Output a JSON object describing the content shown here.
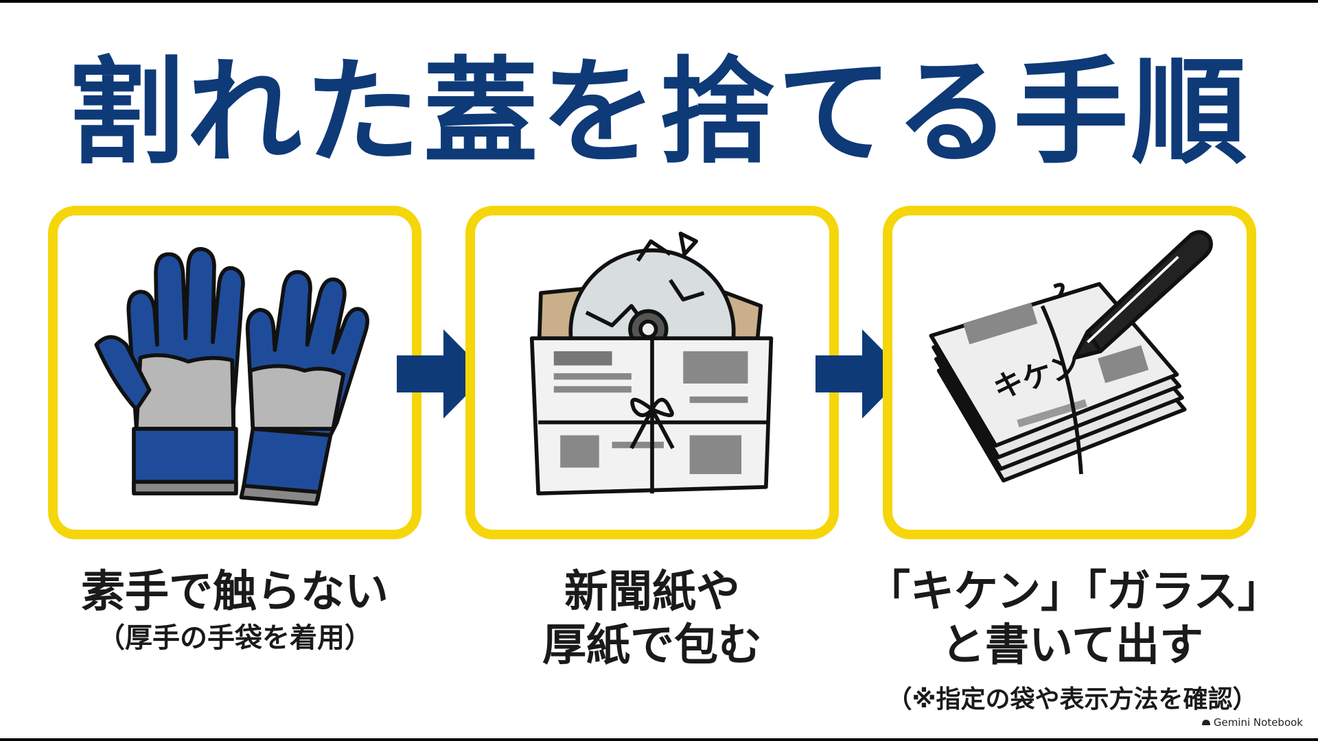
{
  "title": "割れた蓋を捨てる手順",
  "steps": [
    {
      "main_lines": [
        "素手で触らない"
      ],
      "sub": "（厚手の手袋を着用）",
      "icon": "gloves-icon"
    },
    {
      "main_lines": [
        "新聞紙や",
        "厚紙で包む"
      ],
      "sub": "",
      "icon": "wrapped-broken-lid-icon"
    },
    {
      "main_lines": [
        "「キケン」「ガラス」",
        "と書いて出す"
      ],
      "sub": "（※指定の袋や表示方法を確認）",
      "icon": "marker-newspaper-icon"
    }
  ],
  "marker_label": "キケン",
  "watermark": "Gemini Notebook",
  "colors": {
    "navy": "#0e3a78",
    "yellow": "#f5d60a",
    "text": "#1a1a1a"
  }
}
